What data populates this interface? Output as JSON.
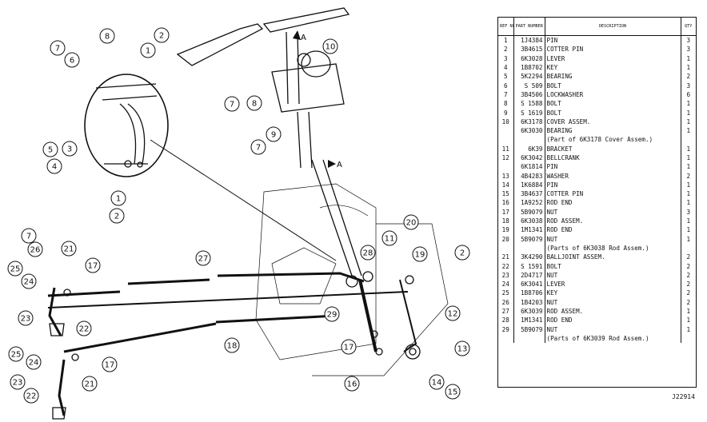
{
  "table": {
    "headers": {
      "ref_no": "REF NO.",
      "part_number": "PART NUMBER",
      "description": "DESCRIPTION",
      "qty": "QTY"
    },
    "rows": [
      {
        "ref": "1",
        "pn": "1J4384",
        "desc": "PIN",
        "qty": "3"
      },
      {
        "ref": "2",
        "pn": "3B4615",
        "desc": "COTTER PIN",
        "qty": "3"
      },
      {
        "ref": "3",
        "pn": "6K3028",
        "desc": "LEVER",
        "qty": "1"
      },
      {
        "ref": "4",
        "pn": "1B8702",
        "desc": "KEY",
        "qty": "1"
      },
      {
        "ref": "5",
        "pn": "5K2294",
        "desc": "BEARING",
        "qty": "2"
      },
      {
        "ref": "6",
        "pn": "S 509",
        "desc": "BOLT",
        "qty": "3"
      },
      {
        "ref": "7",
        "pn": "3B4506",
        "desc": "LOCKWASHER",
        "qty": "6"
      },
      {
        "ref": "8",
        "pn": "S 1588",
        "desc": "BOLT",
        "qty": "1"
      },
      {
        "ref": "9",
        "pn": "S 1619",
        "desc": "BOLT",
        "qty": "1"
      },
      {
        "ref": "10",
        "pn": "6K3178",
        "desc": "COVER ASSEM.",
        "qty": "1"
      },
      {
        "ref": "",
        "pn": "6K3030",
        "desc": "BEARING",
        "qty": "1",
        "indent": true
      },
      {
        "ref": "",
        "pn": "",
        "desc": "(Part of 6K3178 Cover Assem.)",
        "qty": "",
        "note": true
      },
      {
        "ref": "11",
        "pn": "6K39",
        "desc": "BRACKET",
        "qty": "1"
      },
      {
        "ref": "12",
        "pn": "6K3042",
        "desc": "BELLCRANK",
        "qty": "1"
      },
      {
        "ref": "",
        "pn": "6K1814",
        "desc": "PIN",
        "qty": "1"
      },
      {
        "ref": "13",
        "pn": "4B4283",
        "desc": "WASHER",
        "qty": "2"
      },
      {
        "ref": "14",
        "pn": "1K6884",
        "desc": "PIN",
        "qty": "1"
      },
      {
        "ref": "15",
        "pn": "3B4637",
        "desc": "COTTER PIN",
        "qty": "1"
      },
      {
        "ref": "16",
        "pn": "1A9252",
        "desc": "ROD END",
        "qty": "1"
      },
      {
        "ref": "17",
        "pn": "5B9079",
        "desc": "NUT",
        "qty": "3"
      },
      {
        "ref": "18",
        "pn": "6K3038",
        "desc": "ROD ASSEM.",
        "qty": "1"
      },
      {
        "ref": "19",
        "pn": "1M1341",
        "desc": "ROD END",
        "qty": "1",
        "indent": true
      },
      {
        "ref": "20",
        "pn": "5B9079",
        "desc": "NUT",
        "qty": "1",
        "indent": true
      },
      {
        "ref": "",
        "pn": "",
        "desc": "(Parts of 6K3038 Rod Assem.)",
        "qty": "",
        "note": true
      },
      {
        "ref": "21",
        "pn": "3K4290",
        "desc": "BALLJOINT ASSEM.",
        "qty": "2"
      },
      {
        "ref": "22",
        "pn": "S 1591",
        "desc": "BOLT",
        "qty": "2"
      },
      {
        "ref": "23",
        "pn": "2D4717",
        "desc": "NUT",
        "qty": "2"
      },
      {
        "ref": "24",
        "pn": "6K3041",
        "desc": "LEVER",
        "qty": "2"
      },
      {
        "ref": "25",
        "pn": "1B8706",
        "desc": "KEY",
        "qty": "2"
      },
      {
        "ref": "26",
        "pn": "1B4203",
        "desc": "NUT",
        "qty": "2"
      },
      {
        "ref": "27",
        "pn": "6K3039",
        "desc": "ROD ASSEM.",
        "qty": "1"
      },
      {
        "ref": "28",
        "pn": "1M1341",
        "desc": "ROD END",
        "qty": "1",
        "indent": true
      },
      {
        "ref": "29",
        "pn": "5B9079",
        "desc": "NUT",
        "qty": "1",
        "indent": true
      },
      {
        "ref": "",
        "pn": "",
        "desc": "(Parts of 6K3039 Rod Assem.)",
        "qty": "",
        "note": true
      }
    ]
  },
  "figure_number": "J22914",
  "callouts": [
    "1",
    "2",
    "3",
    "4",
    "5",
    "6",
    "7",
    "8",
    "9",
    "10",
    "11",
    "12",
    "13",
    "14",
    "15",
    "16",
    "17",
    "18",
    "19",
    "20",
    "21",
    "22",
    "23",
    "24",
    "25",
    "26",
    "27",
    "28",
    "29"
  ],
  "arrow_labels": [
    "A"
  ]
}
